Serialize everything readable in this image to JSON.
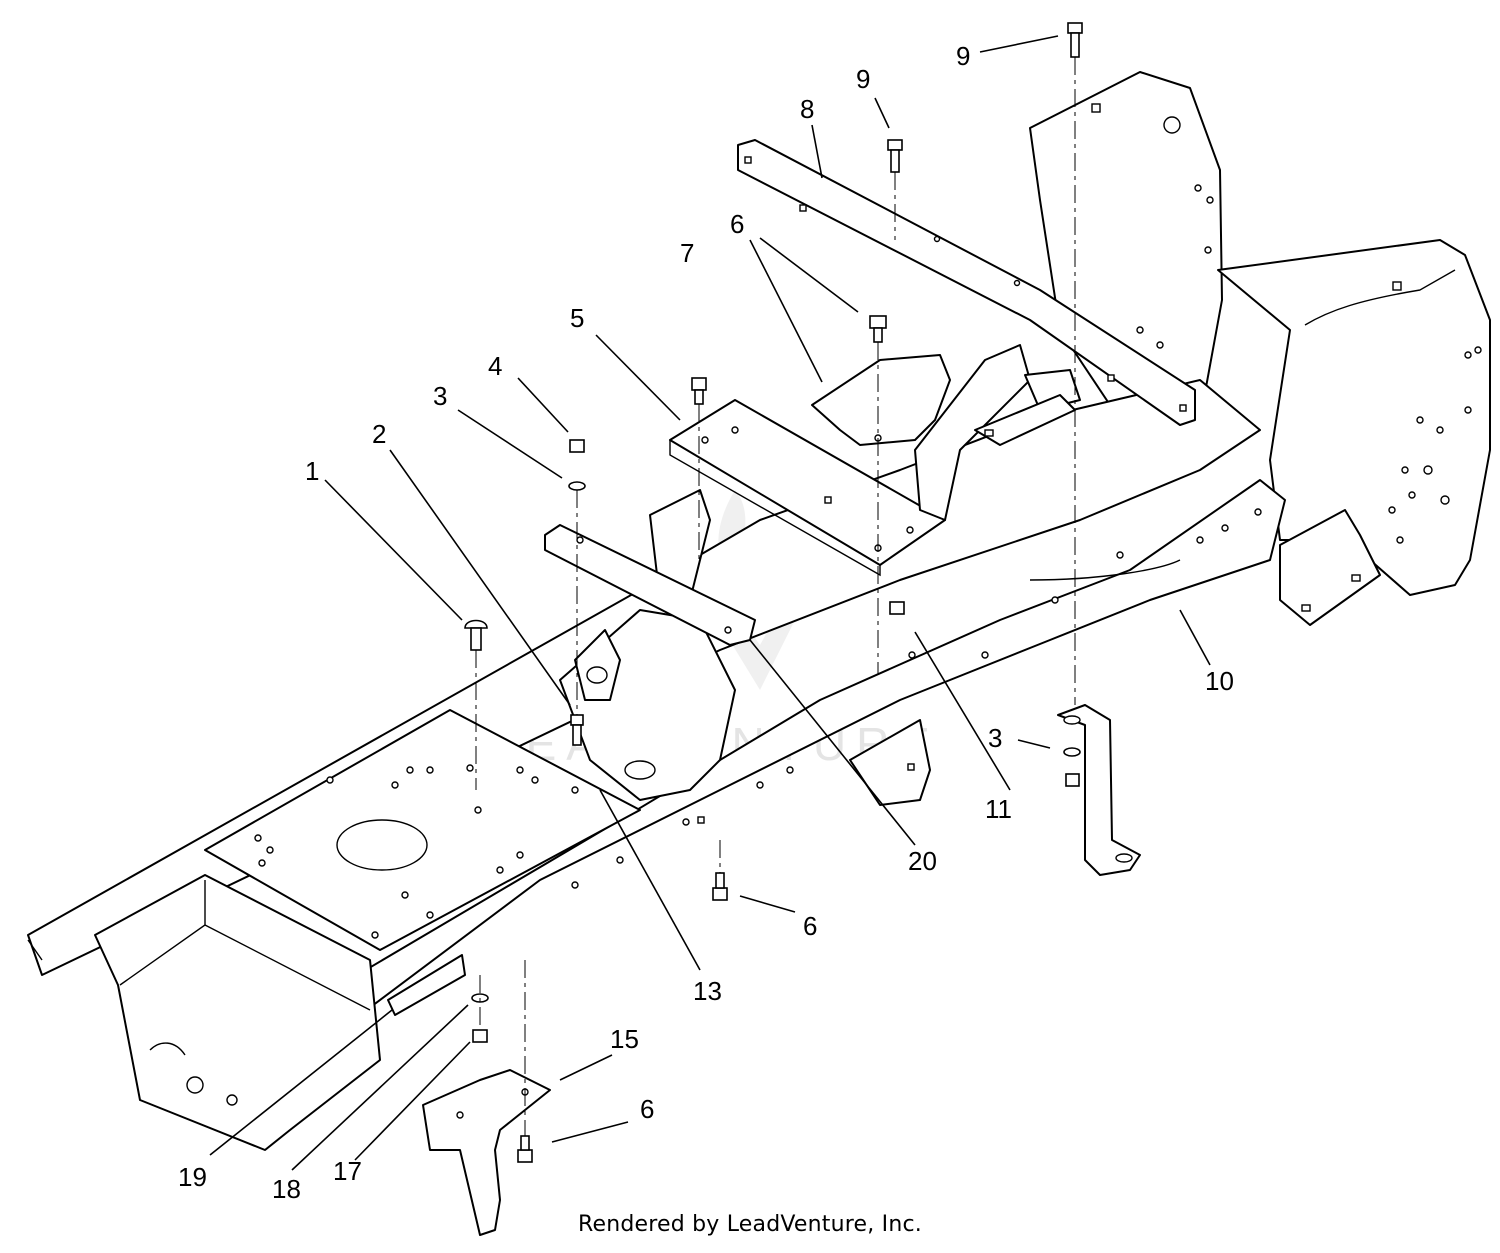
{
  "diagram": {
    "callouts": [
      {
        "id": "c1",
        "label": "1"
      },
      {
        "id": "c2",
        "label": "2"
      },
      {
        "id": "c3a",
        "label": "3"
      },
      {
        "id": "c4",
        "label": "4"
      },
      {
        "id": "c5",
        "label": "5"
      },
      {
        "id": "c6a",
        "label": "6"
      },
      {
        "id": "c7",
        "label": "7"
      },
      {
        "id": "c8",
        "label": "8"
      },
      {
        "id": "c9a",
        "label": "9"
      },
      {
        "id": "c9b",
        "label": "9"
      },
      {
        "id": "c10",
        "label": "10"
      },
      {
        "id": "c3b",
        "label": "3"
      },
      {
        "id": "c11",
        "label": "11"
      },
      {
        "id": "c20",
        "label": "20"
      },
      {
        "id": "c6b",
        "label": "6"
      },
      {
        "id": "c13",
        "label": "13"
      },
      {
        "id": "c15",
        "label": "15"
      },
      {
        "id": "c6c",
        "label": "6"
      },
      {
        "id": "c19",
        "label": "19"
      },
      {
        "id": "c18",
        "label": "18"
      },
      {
        "id": "c17",
        "label": "17"
      }
    ],
    "watermark_text": "LEADVENTURE",
    "footer_credit": "Rendered by LeadVenture, Inc."
  }
}
